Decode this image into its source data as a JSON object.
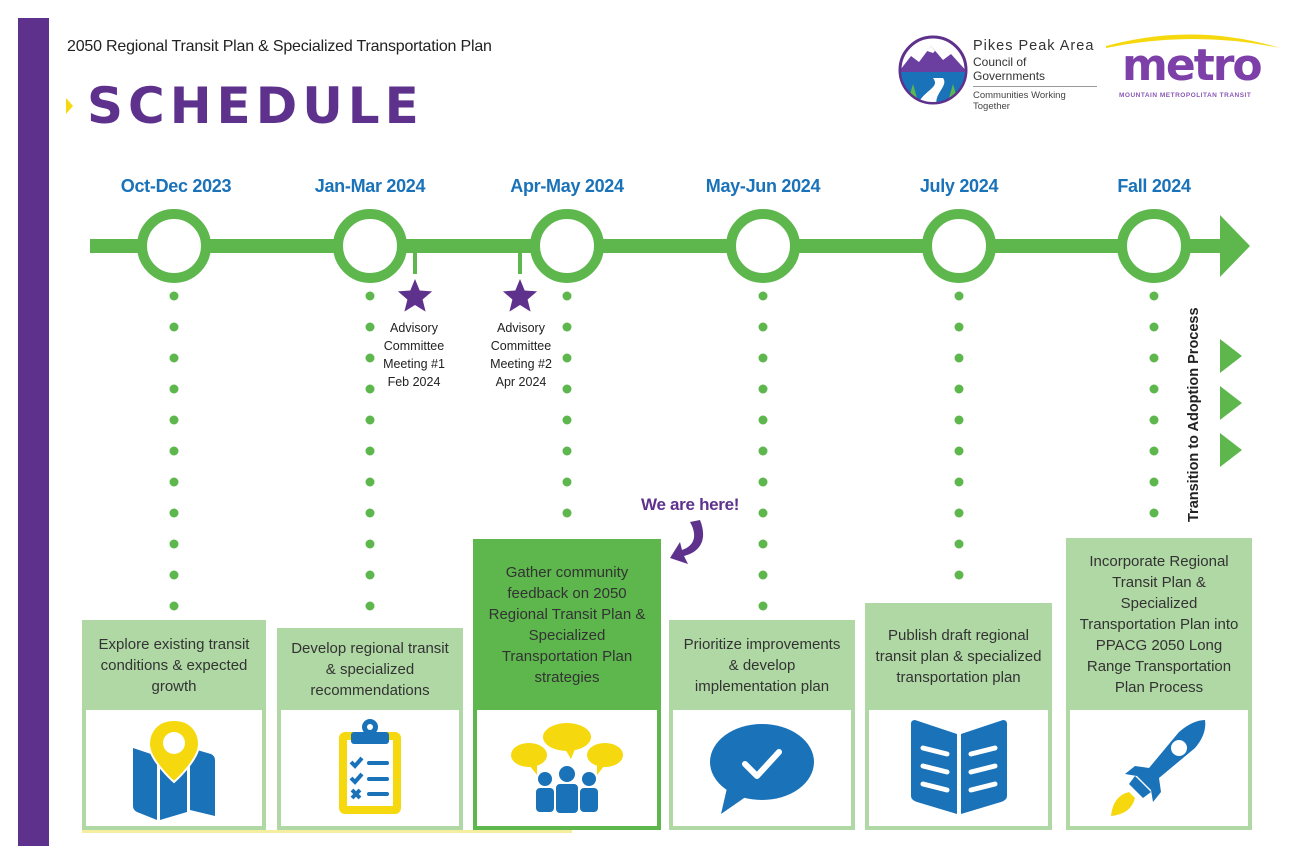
{
  "header": {
    "subtitle": "2050 Regional Transit Plan & Specialized Transportation Plan",
    "title": "SCHEDULE",
    "logos": {
      "ppacg": {
        "line1": "Pikes Peak Area",
        "line2": "Council of Governments",
        "tagline": "Communities Working Together"
      },
      "metro": {
        "word": "metro",
        "tagline": "MOUNTAIN METROPOLITAN TRANSIT"
      }
    }
  },
  "colors": {
    "purple": "#5e318d",
    "green": "#5db74d",
    "light_green": "#b0d8a4",
    "blue": "#1a72b9",
    "yellow": "#f6d80e"
  },
  "timeline": {
    "milestones": [
      {
        "period": "Oct-Dec 2023",
        "task": "Explore existing transit conditions & expected growth",
        "icon": "map-pin-icon"
      },
      {
        "period": "Jan-Mar 2024",
        "task": "Develop regional transit & specialized recommendations",
        "icon": "clipboard-checklist-icon"
      },
      {
        "period": "Apr-May 2024",
        "task": "Gather community feedback on 2050 Regional Transit Plan & Specialized Transportation Plan strategies",
        "icon": "community-chat-icon",
        "current": true
      },
      {
        "period": "May-Jun 2024",
        "task": "Prioritize improvements & develop implementation plan",
        "icon": "speech-check-icon"
      },
      {
        "period": "July 2024",
        "task": "Publish draft regional transit plan & specialized transportation plan",
        "icon": "open-book-icon"
      },
      {
        "period": "Fall 2024",
        "task": "Incorporate Regional Transit Plan & Specialized Transportation Plan into PPACG 2050 Long Range Transportation Plan Process",
        "icon": "rocket-icon"
      }
    ],
    "meetings": [
      {
        "lines": [
          "Advisory",
          "Committee",
          "Meeting #1",
          "Feb 2024"
        ]
      },
      {
        "lines": [
          "Advisory",
          "Committee",
          "Meeting #2",
          "Apr 2024"
        ]
      }
    ],
    "current_marker": "We are here!",
    "transition_label": "Transition to Adoption Process"
  }
}
